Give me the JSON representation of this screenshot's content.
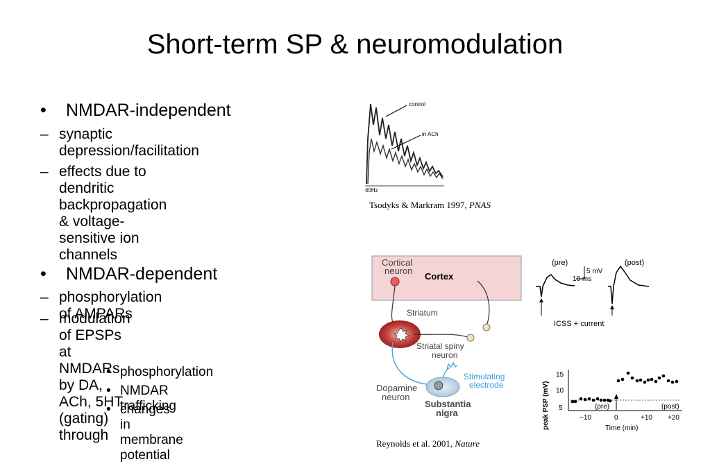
{
  "slide": {
    "title": "Short-term SP & neuromodulation",
    "sections": [
      {
        "heading": "NMDAR-independent",
        "items": [
          "synaptic\ndepression/facilitation",
          "effects due to dendritic\nbackpropagation & voltage-\nsensitive ion channels"
        ]
      },
      {
        "heading": "NMDAR-dependent",
        "items": [
          "phosphorylation of AMPARs",
          "modulation of EPSPs at\nNMDARs by DA, ACh, 5HT\n(gating) through"
        ],
        "subitems": [
          "phosphorylation",
          "NMDAR trafficking",
          "changes in membrane\npotential"
        ]
      }
    ]
  },
  "figure1": {
    "labels": {
      "control": "control",
      "ach": "in ACh",
      "freq": "40Hz"
    },
    "caption": {
      "authors": "Tsodyks & Markram 1997, ",
      "journal": "PNAS"
    }
  },
  "figure2": {
    "labels": {
      "cortical_neuron": "Cortical\nneuron",
      "cortex": "Cortex",
      "striatum": "Striatum",
      "striatal_spiny": "Striatal spiny\nneuron",
      "stimulating": "Stimulating\nelectrode",
      "dopamine": "Dopamine\nneuron",
      "substantia": "Substantia\nnigra",
      "pre": "(pre)",
      "post": "(post)",
      "scale_mv": "5 mV",
      "scale_ms": "10 ms",
      "icss": "ICSS + current",
      "ylabel": "peak PSP (mV)",
      "xlabel": "Time (min)",
      "plot_pre": "(pre)",
      "plot_post": "(post)",
      "yticks": [
        "15",
        "10",
        "5"
      ],
      "xticks": [
        "−10",
        "0",
        "+10",
        "+20"
      ]
    },
    "caption": {
      "authors": "Reynolds et al. 2001, ",
      "journal": "Nature"
    }
  }
}
